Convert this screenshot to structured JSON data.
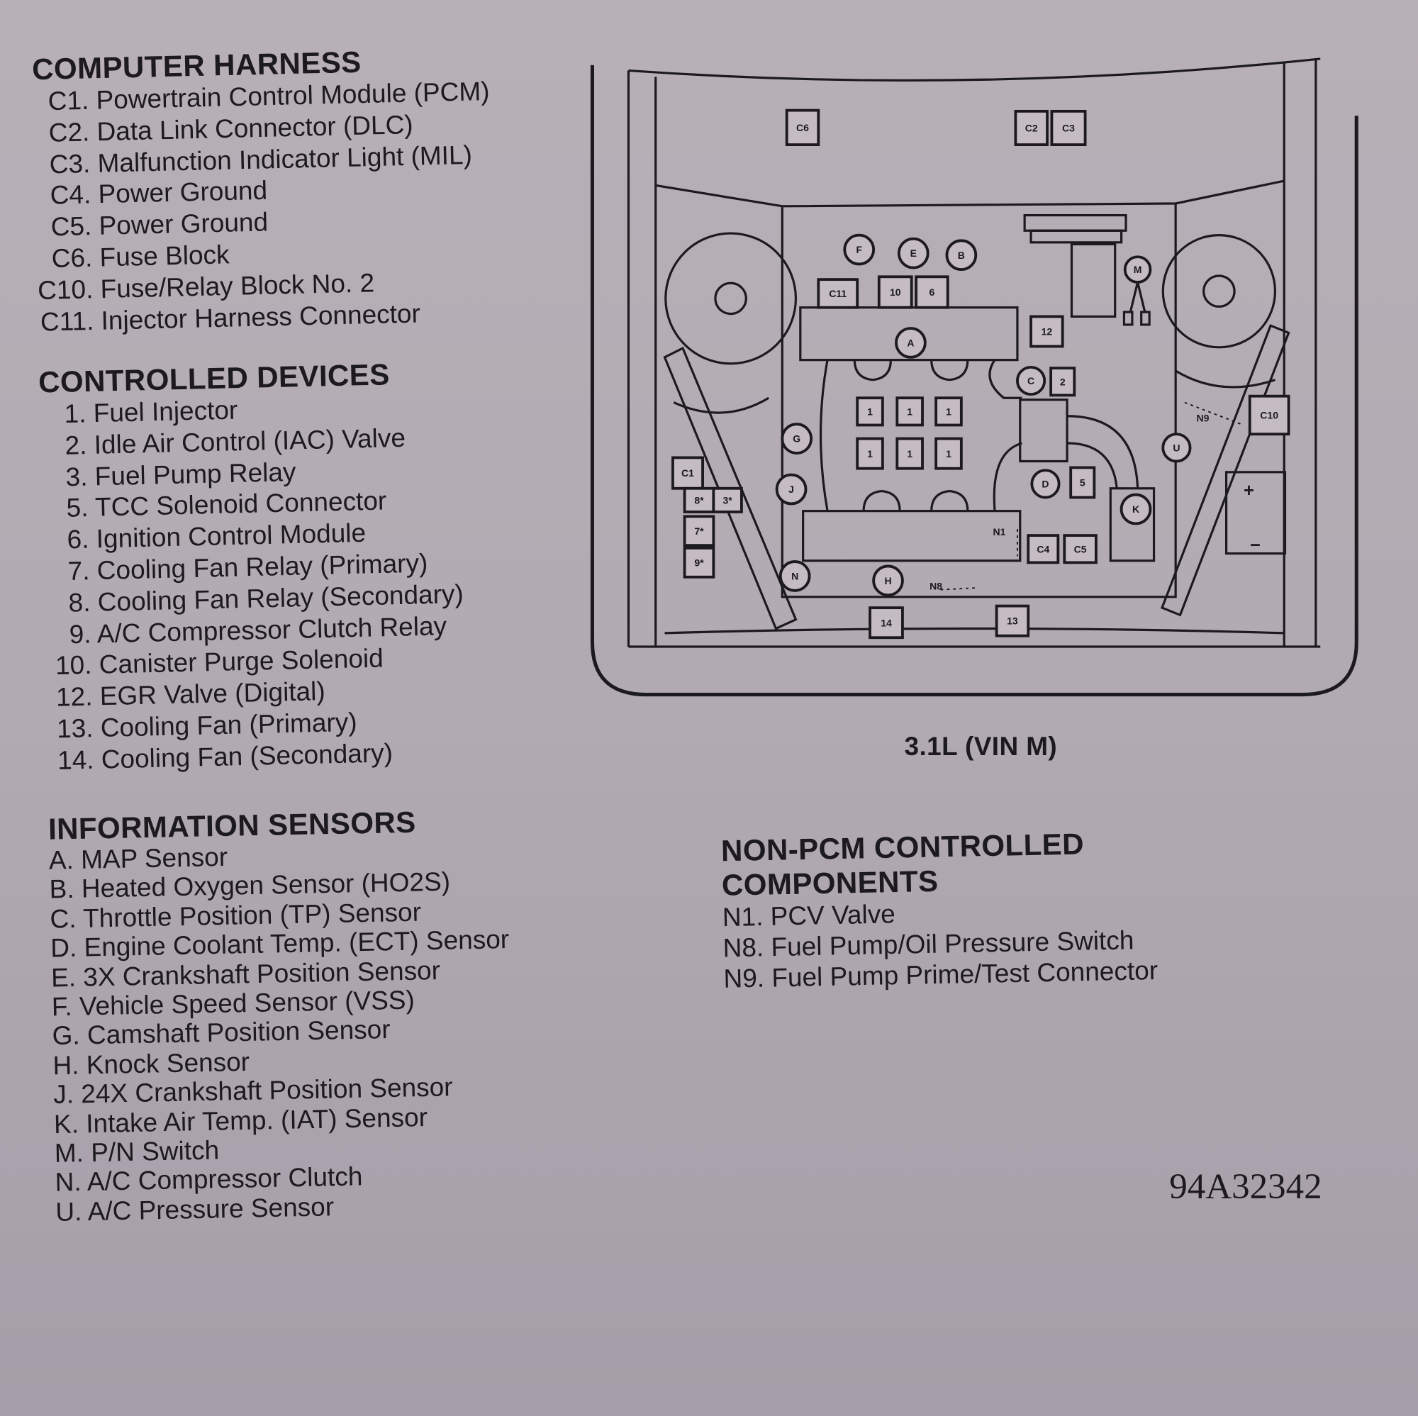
{
  "computer_harness": {
    "heading": "COMPUTER HARNESS",
    "items": [
      {
        "code": "C1.",
        "label": "Powertrain Control Module (PCM)"
      },
      {
        "code": "C2.",
        "label": "Data Link Connector (DLC)"
      },
      {
        "code": "C3.",
        "label": "Malfunction Indicator Light (MIL)"
      },
      {
        "code": "C4.",
        "label": "Power Ground"
      },
      {
        "code": "C5.",
        "label": "Power Ground"
      },
      {
        "code": "C6.",
        "label": "Fuse Block"
      },
      {
        "code": "C10.",
        "label": "Fuse/Relay Block No. 2"
      },
      {
        "code": "C11.",
        "label": "Injector Harness Connector"
      }
    ]
  },
  "controlled_devices": {
    "heading": "CONTROLLED DEVICES",
    "items": [
      {
        "code": "1.",
        "label": "Fuel Injector"
      },
      {
        "code": "2.",
        "label": "Idle Air Control (IAC) Valve"
      },
      {
        "code": "3.",
        "label": "Fuel Pump Relay"
      },
      {
        "code": "5.",
        "label": "TCC Solenoid Connector"
      },
      {
        "code": "6.",
        "label": "Ignition Control Module"
      },
      {
        "code": "7.",
        "label": "Cooling Fan Relay (Primary)"
      },
      {
        "code": "8.",
        "label": "Cooling Fan Relay (Secondary)"
      },
      {
        "code": "9.",
        "label": "A/C Compressor Clutch Relay"
      },
      {
        "code": "10.",
        "label": "Canister Purge Solenoid"
      },
      {
        "code": "12.",
        "label": "EGR Valve (Digital)"
      },
      {
        "code": "13.",
        "label": "Cooling Fan (Primary)"
      },
      {
        "code": "14.",
        "label": "Cooling Fan (Secondary)"
      }
    ]
  },
  "information_sensors": {
    "heading": "INFORMATION SENSORS",
    "items": [
      {
        "code": "A.",
        "label": "MAP Sensor"
      },
      {
        "code": "B.",
        "label": "Heated Oxygen Sensor (HO2S)"
      },
      {
        "code": "C.",
        "label": "Throttle Position (TP) Sensor"
      },
      {
        "code": "D.",
        "label": "Engine Coolant Temp. (ECT) Sensor"
      },
      {
        "code": "E.",
        "label": "3X Crankshaft Position Sensor"
      },
      {
        "code": "F.",
        "label": "Vehicle Speed Sensor (VSS)"
      },
      {
        "code": "G.",
        "label": "Camshaft Position Sensor"
      },
      {
        "code": "H.",
        "label": "Knock Sensor"
      },
      {
        "code": "J.",
        "label": "24X Crankshaft Position Sensor"
      },
      {
        "code": "K.",
        "label": "Intake Air Temp. (IAT) Sensor"
      },
      {
        "code": "M.",
        "label": "P/N Switch"
      },
      {
        "code": "N.",
        "label": "A/C Compressor Clutch"
      },
      {
        "code": "U.",
        "label": "A/C Pressure Sensor"
      }
    ]
  },
  "non_pcm": {
    "heading_line1": "NON-PCM CONTROLLED",
    "heading_line2": "COMPONENTS",
    "items": [
      {
        "code": "N1.",
        "label": "PCV Valve"
      },
      {
        "code": "N8.",
        "label": "Fuel Pump/Oil Pressure Switch"
      },
      {
        "code": "N9.",
        "label": "Fuel Pump Prime/Test Connector"
      }
    ]
  },
  "diagram": {
    "caption": "3.1L (VIN M)",
    "labels": {
      "c6": "C6",
      "c2": "C2",
      "c3": "C3",
      "c11": "C11",
      "d10": "10",
      "d6": "6",
      "d12": "12",
      "a": "A",
      "f": "F",
      "e": "E",
      "b": "B",
      "m": "M",
      "c": "C",
      "d2": "2",
      "inj": "1",
      "g": "G",
      "j": "J",
      "n": "N",
      "h": "H",
      "d": "D",
      "d5": "5",
      "k": "K",
      "u": "U",
      "c4": "C4",
      "c5": "C5",
      "c10": "C10",
      "c1": "C1",
      "d8": "8*",
      "d3": "3*",
      "d7": "7*",
      "d9": "9*",
      "d14": "14",
      "d13": "13",
      "n1": "N1",
      "n8": "N8",
      "n9": "N9",
      "plus": "+",
      "minus": "−"
    }
  },
  "figure_number": "94A32342"
}
